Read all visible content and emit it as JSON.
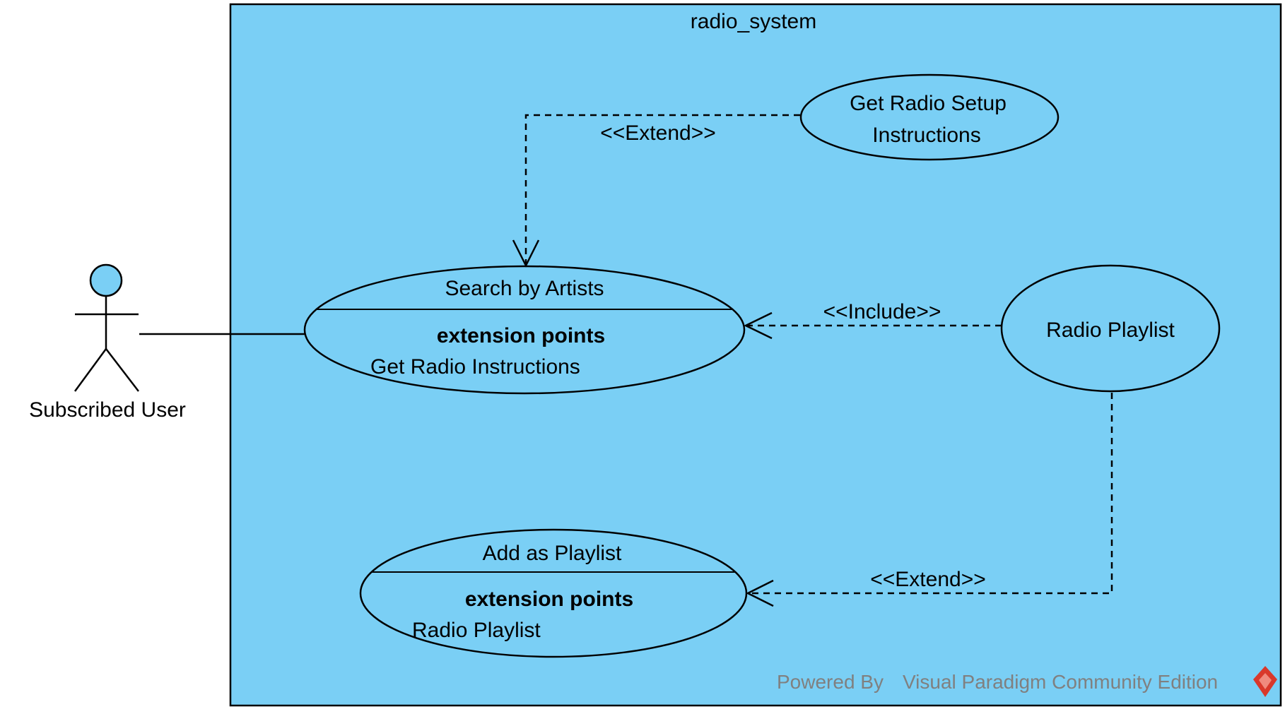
{
  "diagram": {
    "system_name": "radio_system",
    "actor": {
      "name": "Subscribed User"
    },
    "use_cases": {
      "get_setup": {
        "line1": "Get Radio Setup",
        "line2": "Instructions"
      },
      "search_artists": {
        "name": "Search by Artists",
        "ext_heading": "extension points",
        "ext_point": "Get Radio Instructions"
      },
      "radio_playlist": {
        "name": "Radio Playlist"
      },
      "add_playlist": {
        "name": "Add as Playlist",
        "ext_heading": "extension points",
        "ext_point": "Radio Playlist"
      }
    },
    "relations": {
      "extend_top": "<<Extend>>",
      "include": "<<Include>>",
      "extend_bottom": "<<Extend>>"
    },
    "watermark": {
      "prefix": "Powered By",
      "product": "Visual Paradigm Community Edition"
    }
  },
  "colors": {
    "system_fill": "#7ACFF5",
    "actor_head": "#7ACFF5",
    "watermark": "#808080",
    "logo": "#D9382B"
  }
}
